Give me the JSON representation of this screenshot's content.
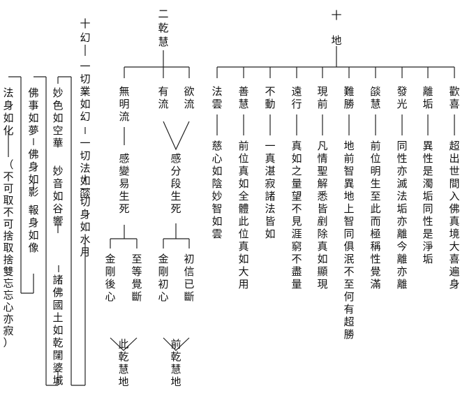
{
  "top_nodes": {
    "ten_grounds": "十地",
    "second_dry_wisdom": "二乾慧",
    "ten_illusions": "十幻"
  },
  "ten_grounds": [
    {
      "name": "歡喜",
      "desc": "超出世間入佛真境大喜遍身"
    },
    {
      "name": "離垢",
      "desc": "異性是濁垢同性是淨垢"
    },
    {
      "name": "發光",
      "desc": "同性亦滅法垢亦離今離亦離"
    },
    {
      "name": "燄慧",
      "desc": "前位明生至此而極稱性覺滿"
    },
    {
      "name": "難勝",
      "desc": "地前智異地上智同俱泯不至何有超勝"
    },
    {
      "name": "現前",
      "desc": "凡情聖解悉皆剷除真如顯現"
    },
    {
      "name": "遠行",
      "desc": "真如之量望不見涯窮不盡量"
    },
    {
      "name": "不動",
      "desc": "一真湛寂諸法皆如"
    },
    {
      "name": "善慧",
      "desc": "前位真如全體此位真如大用"
    },
    {
      "name": "法雲",
      "desc": "慈心如陰妙智如雲"
    }
  ],
  "dry_wisdom": {
    "desire_flow": "欲流",
    "existence_flow": "有流",
    "flows_result": "感分段生死",
    "ignorance_flow": "無明流",
    "ignorance_result": "感變易生死",
    "left_group": {
      "first": "初信已斷",
      "second": "金剛初心",
      "result": "前乾慧地"
    },
    "right_group": {
      "first": "至等覺斷",
      "second": "金剛後心",
      "result": "此乾慧地"
    }
  },
  "ten_illusions": {
    "line1": "一切業如幻",
    "line2": "一切法如燄",
    "line3": "一切身如水月",
    "line4": "妙色如空華",
    "line5": "妙音如谷響",
    "line6": "諸佛國土如乾闥婆城",
    "line7": "佛事如夢",
    "line8": "佛身如影",
    "line9": "報身如像",
    "line10": "法身如化",
    "line11": "（不可取不可捨取捨雙忘忘心亦寂）"
  }
}
